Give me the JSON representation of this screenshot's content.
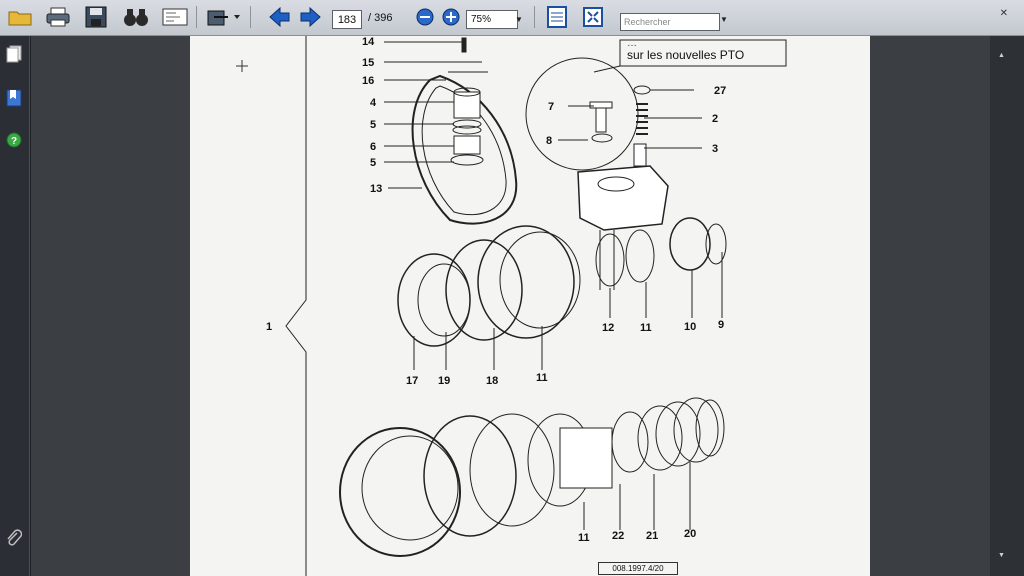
{
  "toolbar": {
    "current_page": "183",
    "total_pages": "/ 396",
    "zoom": "75%",
    "search_placeholder": "Rechercher"
  },
  "note": {
    "top_partial": "…",
    "text": "sur les nouvelles PTO"
  },
  "callouts": {
    "c14": "14",
    "c15": "15",
    "c16": "16",
    "c4": "4",
    "c5a": "5",
    "c6": "6",
    "c5b": "5",
    "c13": "13",
    "c7": "7",
    "c8": "8",
    "c27": "27",
    "c2": "2",
    "c3": "3",
    "c12": "12",
    "c11a": "11",
    "c10": "10",
    "c9": "9",
    "c1": "1",
    "c17": "17",
    "c19": "19",
    "c18": "18",
    "c11b": "11",
    "c11c": "11",
    "c22": "22",
    "c21": "21",
    "c20": "20"
  },
  "footer": {
    "code": "008.1997.4/20"
  }
}
